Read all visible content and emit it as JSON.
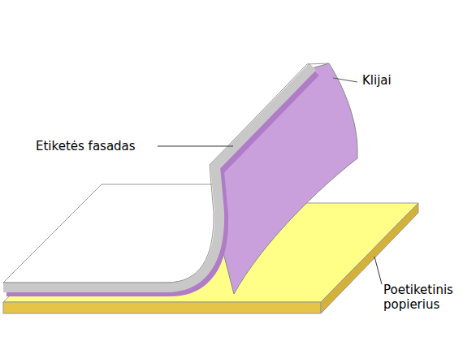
{
  "diagram": {
    "labels": [
      "Klijai",
      "Etiketės fasadas",
      "Poetiketinis popierius"
    ]
  }
}
